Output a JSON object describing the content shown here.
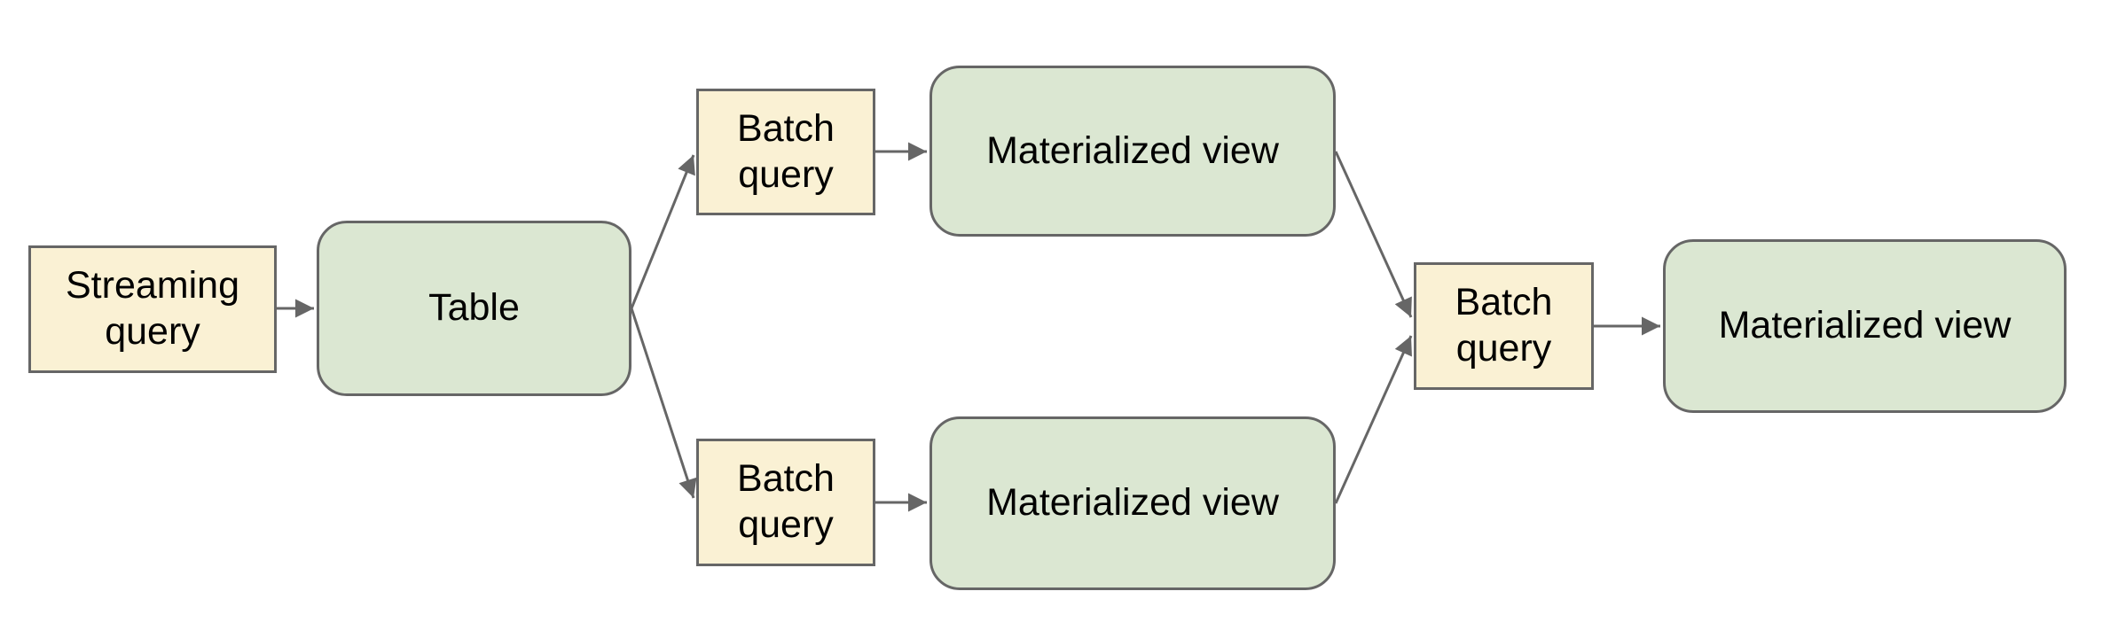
{
  "diagram": {
    "colors": {
      "canvas-bg": "#ffffff",
      "query-fill": "#faf1d4",
      "view-fill": "#dbe7d2",
      "node-border": "#666666",
      "connector": "#666666",
      "label-text": "#000000"
    },
    "nodes": {
      "streaming_query": {
        "label": "Streaming query",
        "shape": "rect",
        "role": "query"
      },
      "table": {
        "label": "Table",
        "shape": "rounded",
        "role": "table"
      },
      "batch_query_top": {
        "label": "Batch query",
        "shape": "rect",
        "role": "query"
      },
      "materialized_view_top": {
        "label": "Materialized view",
        "shape": "rounded",
        "role": "view"
      },
      "batch_query_bottom": {
        "label": "Batch query",
        "shape": "rect",
        "role": "query"
      },
      "materialized_view_bottom": {
        "label": "Materialized view",
        "shape": "rounded",
        "role": "view"
      },
      "batch_query_merge": {
        "label": "Batch query",
        "shape": "rect",
        "role": "query"
      },
      "materialized_view_final": {
        "label": "Materialized view",
        "shape": "rounded",
        "role": "view"
      }
    },
    "edges": [
      {
        "from": "streaming_query",
        "to": "table"
      },
      {
        "from": "table",
        "to": "batch_query_top"
      },
      {
        "from": "table",
        "to": "batch_query_bottom"
      },
      {
        "from": "batch_query_top",
        "to": "materialized_view_top"
      },
      {
        "from": "batch_query_bottom",
        "to": "materialized_view_bottom"
      },
      {
        "from": "materialized_view_top",
        "to": "batch_query_merge"
      },
      {
        "from": "materialized_view_bottom",
        "to": "batch_query_merge"
      },
      {
        "from": "batch_query_merge",
        "to": "materialized_view_final"
      }
    ]
  }
}
